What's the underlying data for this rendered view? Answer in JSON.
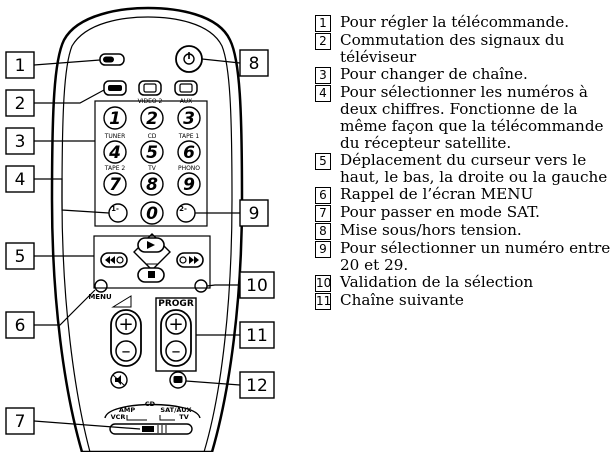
{
  "callouts": [
    {
      "n": "1",
      "text": "Pour régler la télécommande."
    },
    {
      "n": "2",
      "text": "Commutation des signaux du téléviseur"
    },
    {
      "n": "3",
      "text": "Pour changer de chaîne."
    },
    {
      "n": "4",
      "text": "Pour sélectionner les numéros à deux chiffres. Fonctionne de la même façon que la télécommande du récepteur satellite."
    },
    {
      "n": "5",
      "text": "Déplacement du curseur vers le haut, le bas, la droite ou la gauche"
    },
    {
      "n": "6",
      "text": "Rappel de l’écran MENU"
    },
    {
      "n": "7",
      "text": "Pour passer en mode SAT."
    },
    {
      "n": "8",
      "text": "Mise sous/hors tension."
    },
    {
      "n": "9",
      "text": "Pour sélectionner un numéro entre 20 et 29."
    },
    {
      "n": "10",
      "text": "Validation de la sélection"
    },
    {
      "n": "11",
      "text": "Chaîne suivante"
    }
  ],
  "remote": {
    "digits": [
      "1",
      "2",
      "3",
      "4",
      "5",
      "6",
      "7",
      "8",
      "9",
      "0"
    ],
    "digit_labels": [
      "TUNER",
      "CD",
      "TAPE 1",
      "TAPE 2",
      "TV",
      "PHONO"
    ],
    "source_labels": [
      "VIDEO 2",
      "AUX"
    ],
    "one_dash": "1-",
    "two_dash": "2-",
    "menu": "MENU",
    "progr": "PROGR",
    "plus": "+",
    "minus": "–",
    "modes": [
      "AMP",
      "CD",
      "SAT/AUX",
      "VCR",
      "TV"
    ]
  }
}
